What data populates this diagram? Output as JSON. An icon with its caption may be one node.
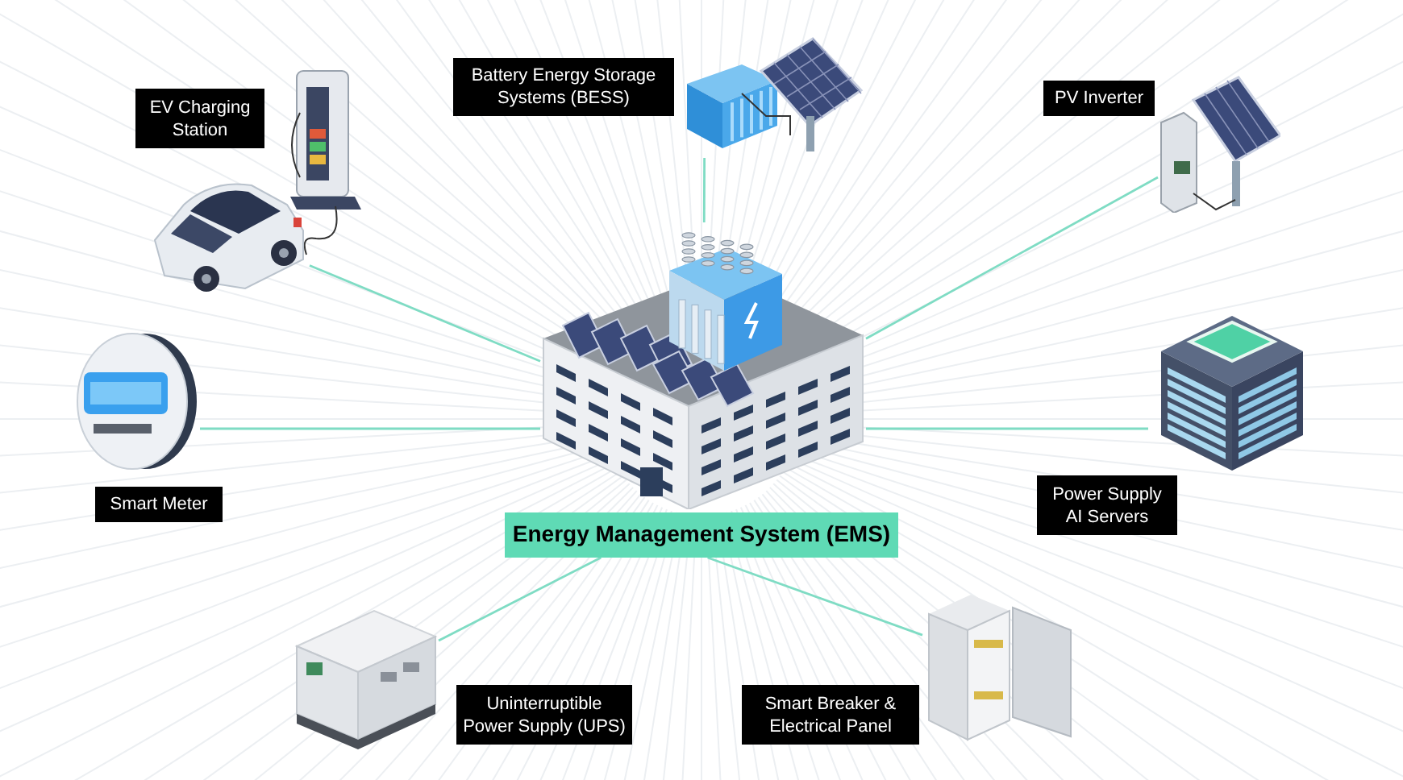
{
  "diagram": {
    "nodes": [
      {
        "text": [
          "Battery Energy Storage Systems (BESS)"
        ]
      },
      {
        "text": [],
        "shape": "picture"
      },
      {
        "text": [
          "EV Charging Station"
        ]
      },
      {
        "text": [],
        "shape": "picture"
      },
      {
        "text": [
          "PV Inverter"
        ]
      },
      {
        "text": [],
        "shape": "picture"
      },
      {
        "text": [],
        "shape": "picture"
      },
      {
        "text": [],
        "shape": "picture"
      },
      {
        "text": [],
        "shape": "picture"
      },
      {
        "text": [
          "Smart Meter"
        ]
      },
      {
        "text": [
          "Power Supply AI Servers"
        ]
      },
      {
        "text": [
          "Energy Management System (EMS)"
        ]
      },
      {
        "text": [],
        "shape": "picture"
      },
      {
        "text": [
          "Uninterruptible Power Supply (UPS)"
        ]
      },
      {
        "text": [],
        "shape": "picture"
      },
      {
        "text": [
          "Smart Breaker & Electrical Panel"
        ]
      }
    ],
    "edges": [
      {
        "from": 6,
        "to": 1,
        "arrow": "none"
      },
      {
        "from": 6,
        "to": 3,
        "arrow": "none"
      },
      {
        "from": 6,
        "to": 5,
        "arrow": "none"
      },
      {
        "from": 6,
        "to": 7,
        "arrow": "none"
      },
      {
        "from": 6,
        "to": 8,
        "arrow": "none"
      },
      {
        "from": 11,
        "to": 12,
        "arrow": "none"
      },
      {
        "from": 11,
        "to": 14,
        "arrow": "none"
      }
    ]
  }
}
